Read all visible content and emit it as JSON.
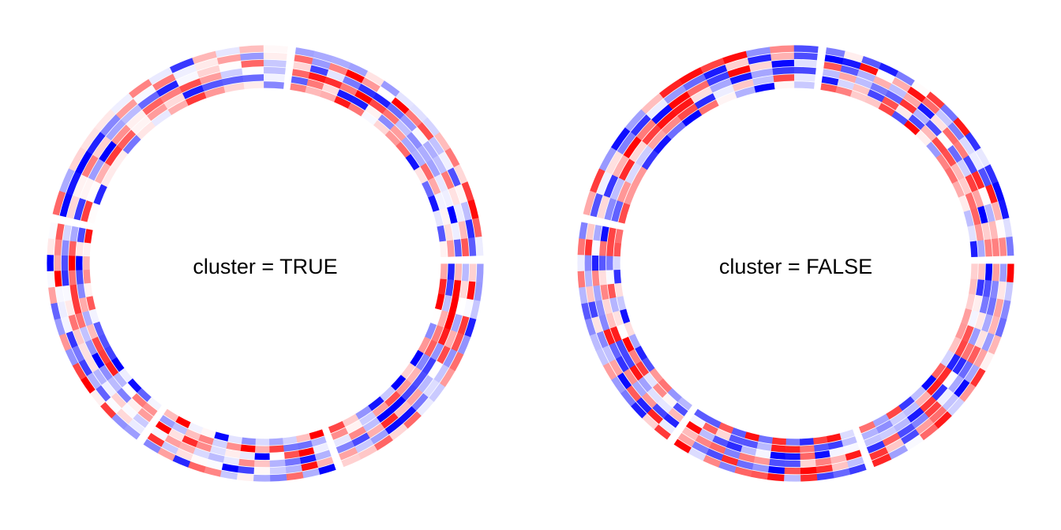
{
  "chart_data": [
    {
      "type": "heatmap",
      "layout": "circular",
      "label": "cluster = TRUE",
      "tracks": 6,
      "sectors": 5,
      "gap_angle_deg": 1,
      "rotation_deg": 0,
      "color_scale": {
        "low": "#0000ff",
        "mid": "#ffffff",
        "high": "#ff0000"
      },
      "value_range": [
        -2,
        2
      ],
      "clustered": true,
      "seed": 7
    },
    {
      "type": "heatmap",
      "layout": "circular",
      "label": "cluster = FALSE",
      "tracks": 6,
      "sectors": 5,
      "gap_angle_deg": 1,
      "rotation_deg": 0,
      "color_scale": {
        "low": "#0000ff",
        "mid": "#ffffff",
        "high": "#ff0000"
      },
      "value_range": [
        -2,
        2
      ],
      "clustered": false,
      "seed": 19
    }
  ]
}
